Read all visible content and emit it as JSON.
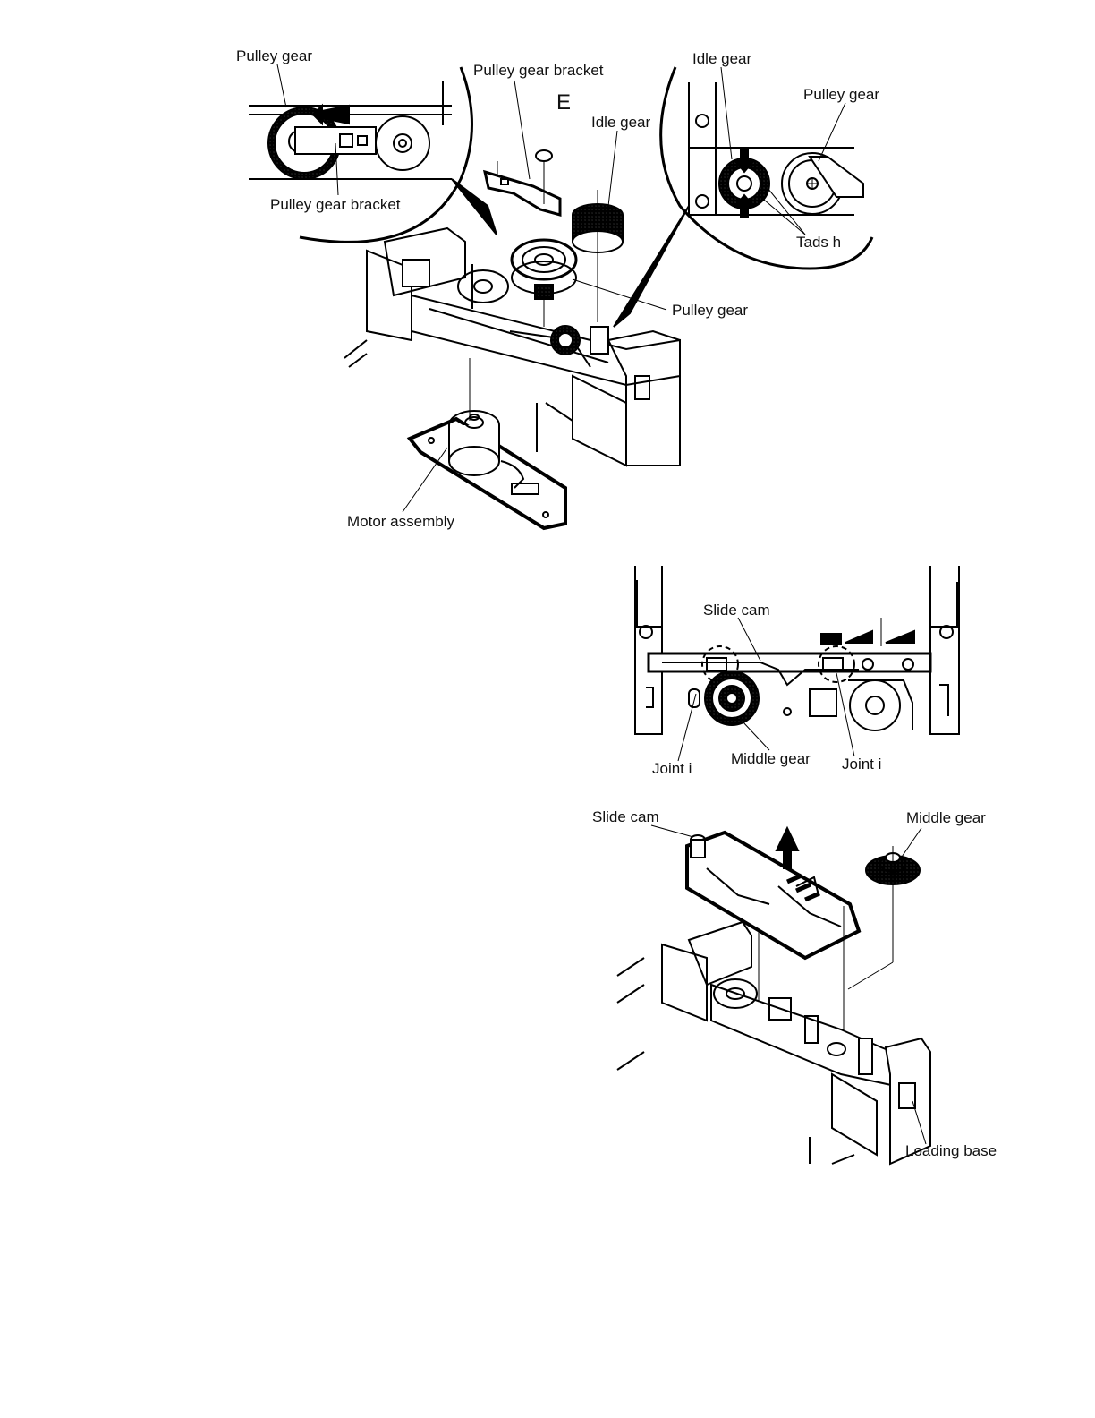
{
  "figures": [
    {
      "id": "motor-pulley",
      "labels": {
        "pulley_gear_top_left": "Pulley gear",
        "pulley_gear_bracket_top": "Pulley gear bracket",
        "screw_e": "E",
        "idle_gear_top": "Idle gear",
        "idle_gear_mid": "Idle gear",
        "pulley_gear_top_right": "Pulley gear",
        "pulley_gear_bracket_left": "Pulley gear bracket",
        "tads_h": "Tads h",
        "pulley_gear_center": "Pulley gear",
        "motor_assembly": "Motor assembly"
      }
    },
    {
      "id": "slide-cam-top-view",
      "labels": {
        "slide_cam": "Slide cam",
        "joint_i_left": "Joint i",
        "middle_gear": "Middle gear",
        "joint_i_right": "Joint i"
      }
    },
    {
      "id": "slide-cam-exploded",
      "labels": {
        "slide_cam": "Slide cam",
        "middle_gear": "Middle gear",
        "loading_base": "Loading base"
      }
    }
  ]
}
